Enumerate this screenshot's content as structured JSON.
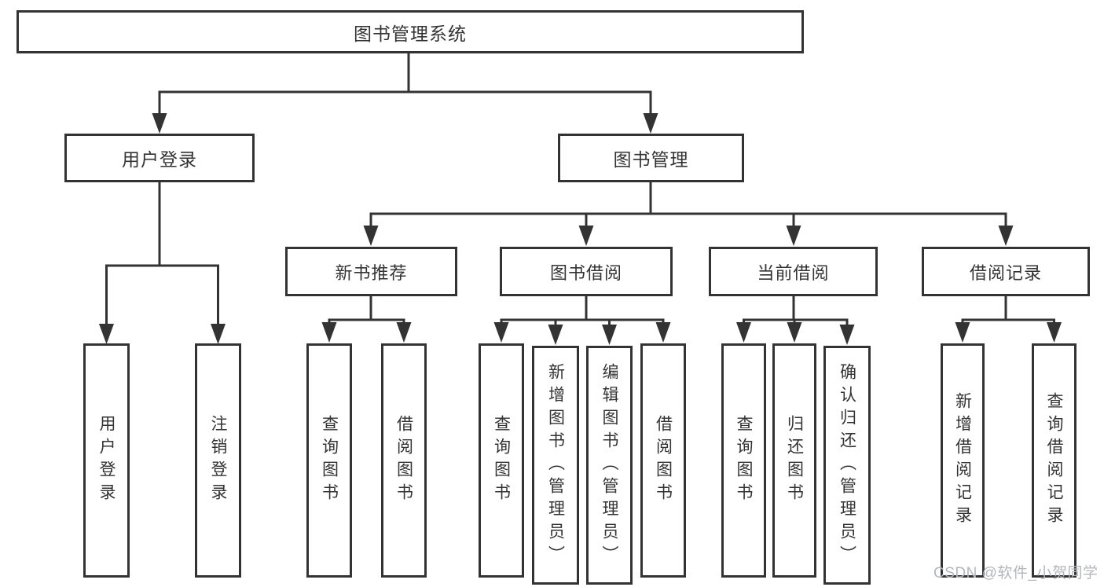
{
  "diagram_title": "图书管理系统",
  "tree": {
    "root": {
      "label": "图书管理系统"
    },
    "user_login": {
      "label": "用户登录",
      "children": [
        "用户登录",
        "注销登录"
      ]
    },
    "book_management": {
      "label": "图书管理"
    },
    "new_book": {
      "label": "新书推荐",
      "children": [
        "查询图书",
        "借阅图书"
      ]
    },
    "book_borrow": {
      "label": "图书借阅",
      "children": [
        "查询图书",
        "新增图书（管理员）",
        "编辑图书（管理员）",
        "借阅图书"
      ]
    },
    "current_borrow": {
      "label": "当前借阅",
      "children": [
        "查询图书",
        "归还图书",
        "确认归还（管理员）"
      ]
    },
    "borrow_records": {
      "label": "借阅记录",
      "children": [
        "新增借阅记录",
        "查询借阅记录"
      ]
    }
  },
  "watermark": "CSDN @软件_小贺同学",
  "colors": {
    "line": "#333333",
    "box_border": "#333333",
    "box_background": "#ffffff",
    "text": "#333333",
    "watermark": "#b3b6bb",
    "page_background": "#ffffff"
  }
}
